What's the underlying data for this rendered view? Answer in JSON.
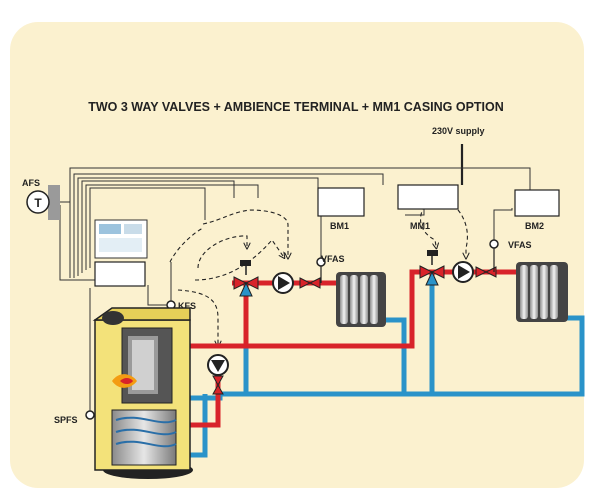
{
  "title": "TWO 3 WAY VALVES + AMBIENCE TERMINAL + MM1 CASING OPTION",
  "labels": {
    "supply": "230V supply",
    "afs": "AFS",
    "afs_symbol": "T",
    "bm1": "BM1",
    "mm1": "MM1",
    "bm2": "BM2",
    "vfas_left": "VFAS",
    "vfas_right": "VFAS",
    "kfs": "KFS",
    "spfs": "SPFS"
  },
  "colors": {
    "background": "#fbf1cf",
    "hot_pipe": "#d8232a",
    "cold_pipe": "#2a93c9",
    "boiler_casing": "#f3e27a",
    "flame": "#f39c12"
  }
}
